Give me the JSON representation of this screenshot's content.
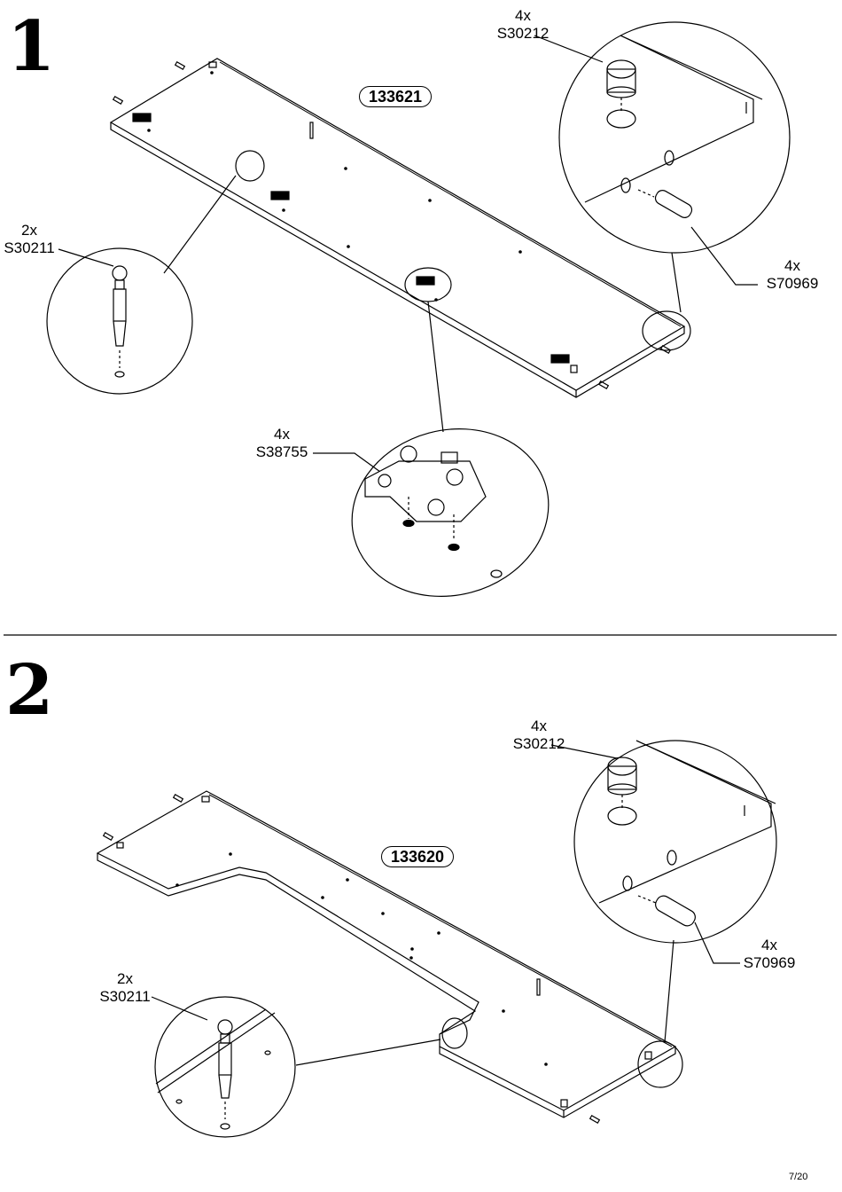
{
  "step1": {
    "number": "1",
    "part_id": "133621",
    "callout_cam": {
      "qty": "4x",
      "code": "S30212"
    },
    "callout_bolt": {
      "qty": "2x",
      "code": "S30211"
    },
    "callout_dowel": {
      "qty": "4x",
      "code": "S70969"
    },
    "callout_hinge": {
      "qty": "4x",
      "code": "S38755"
    }
  },
  "step2": {
    "number": "2",
    "part_id": "133620",
    "callout_cam": {
      "qty": "4x",
      "code": "S30212"
    },
    "callout_bolt": {
      "qty": "2x",
      "code": "S30211"
    },
    "callout_dowel": {
      "qty": "4x",
      "code": "S70969"
    }
  },
  "footer": {
    "page": "7/20"
  }
}
